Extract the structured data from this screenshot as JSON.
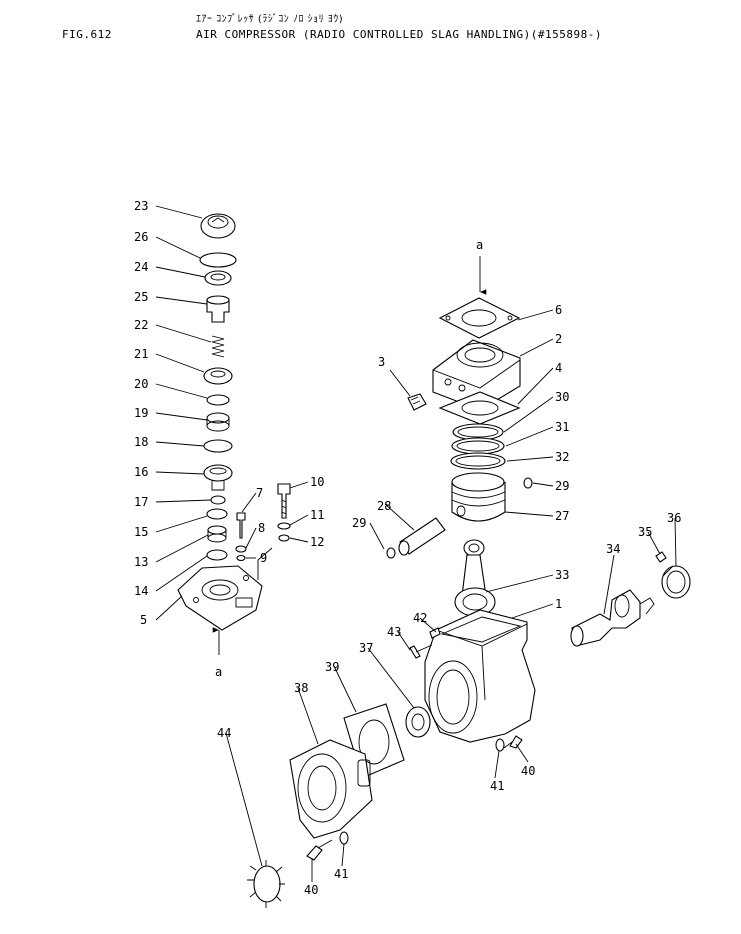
{
  "header": {
    "figure": "FIG.612",
    "japanese_title": "ｴｱｰ ｺﾝﾌﾟﾚｯｻ (ﾗｼﾞｺﾝ ﾉﾛ ｼｮﾘ ﾖｳ)",
    "title": "AIR COMPRESSOR (RADIO CONTROLLED SLAG HANDLING)(#155898-)"
  },
  "arrow_label": "a",
  "callouts": [
    "23",
    "26",
    "24",
    "25",
    "22",
    "21",
    "20",
    "19",
    "18",
    "16",
    "17",
    "15",
    "13",
    "14",
    "5",
    "7",
    "8",
    "9",
    "10",
    "11",
    "12",
    "3",
    "6",
    "2",
    "4",
    "30",
    "31",
    "32",
    "29",
    "27",
    "28",
    "29",
    "33",
    "1",
    "42",
    "43",
    "35",
    "36",
    "34",
    "37",
    "39",
    "38",
    "44",
    "41",
    "40",
    "40",
    "41"
  ]
}
